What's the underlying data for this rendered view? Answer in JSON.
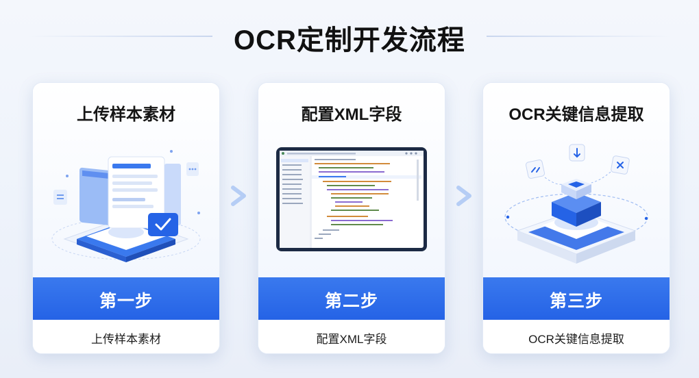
{
  "page": {
    "title": "OCR定制开发流程"
  },
  "steps": [
    {
      "heading": "上传样本素材",
      "step_label": "第一步",
      "caption": "上传样本素材"
    },
    {
      "heading": "配置XML字段",
      "step_label": "第二步",
      "caption": "配置XML字段"
    },
    {
      "heading": "OCR关键信息提取",
      "step_label": "第三步",
      "caption": "OCR关键信息提取"
    }
  ],
  "colors": {
    "accent": "#2563e6",
    "accent_light": "#5b8ef2",
    "text": "#111111",
    "background": "#eef3fb"
  },
  "icons": [
    "document-upload-illustration",
    "code-editor-illustration",
    "ocr-extraction-illustration",
    "checkmark-icon",
    "chevron-right-icon"
  ]
}
